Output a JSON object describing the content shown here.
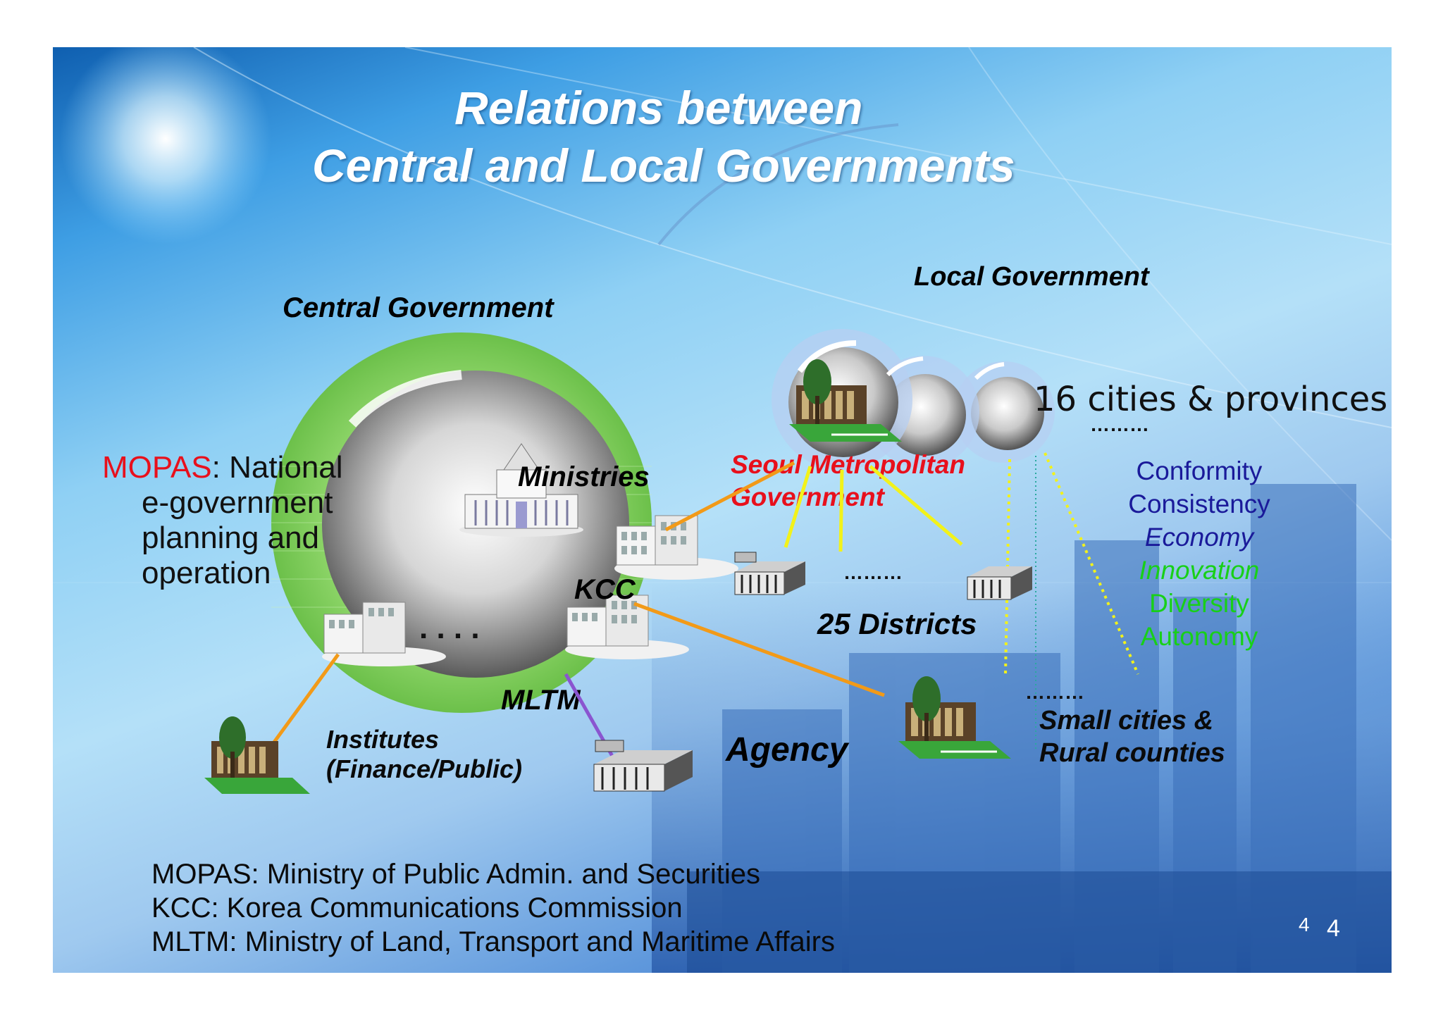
{
  "title": {
    "line1": "Relations between",
    "line2": "Central and Local Governments"
  },
  "central": {
    "heading": "Central Government",
    "ministries": "Ministries",
    "kcc": "KCC",
    "mltm": "MLTM",
    "dots": ". . . ."
  },
  "mopas_note": {
    "label": "MOPAS",
    "line1": ": National",
    "line2": "e-government",
    "line3": "planning and",
    "line4": "operation"
  },
  "local": {
    "heading": "Local Government",
    "cities": "16 cities & provinces",
    "cities_dots": "………",
    "seoul_line1": "Seoul Metropolitan",
    "seoul_line2": "Government",
    "district_dots": "………",
    "districts": "25 Districts",
    "small_dots": "………",
    "small_line1": "Small cities &",
    "small_line2": "Rural counties"
  },
  "values": [
    "Conformity",
    "Consistency",
    "Economy",
    "Innovation",
    "Diversity",
    "Autonomy"
  ],
  "institutes": {
    "line1": "Institutes",
    "line2": "(Finance/Public)"
  },
  "agency": "Agency",
  "legend": {
    "mopas": "MOPAS: Ministry of Public Admin. and Securities",
    "kcc": "KCC: Korea Communications Commission",
    "mltm": "MLTM: Ministry of Land, Transport and Maritime Affairs"
  },
  "page": {
    "small": "4",
    "large": "4"
  },
  "colors": {
    "mopas": "#e8101c",
    "seoul": "#e8101c",
    "values": [
      "#1a1a9a",
      "#1a1a9a",
      "#1a1a9a",
      "#18d018",
      "#18d018",
      "#18d018"
    ],
    "orange_line": "#f29a18",
    "yellow_line": "#f2f21a",
    "purple_line": "#8a55d0"
  },
  "icons": [
    "building-icon",
    "capitol-icon",
    "park-building-icon",
    "office-block-icon"
  ]
}
